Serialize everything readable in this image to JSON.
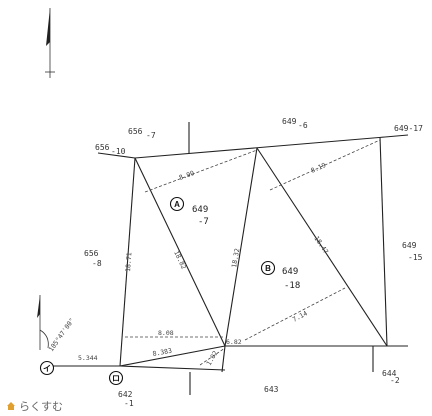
{
  "lots": {
    "top_left": "656\n-7",
    "top_right": "649\n-6",
    "top_far_right": "649-17",
    "left_upper": "656\n-10",
    "left_middle": "656\n-8",
    "right_middle": "649\n-15",
    "bottom_center": "643",
    "bottom_right": "644\n-2",
    "bottom_left": "642\n-1"
  },
  "parcels": {
    "A": {
      "mark": "A",
      "number": "649",
      "sub": "-7"
    },
    "B": {
      "mark": "B",
      "number": "649",
      "sub": "-18"
    }
  },
  "dimensions": {
    "d890": "8.90",
    "d819": "8.19",
    "d1882": "18.82",
    "d1871": "18.71",
    "d1847": "18.47",
    "d1832": "18.32",
    "d808": "8.08",
    "d8383": "8.383",
    "d682": "6.82",
    "d714": "7.14",
    "d1": "1.02",
    "d5344": "5.344",
    "bearing": "105°47'00\""
  },
  "markers": {
    "i": "イ",
    "ro": "ロ"
  },
  "watermark": "らくすむ"
}
